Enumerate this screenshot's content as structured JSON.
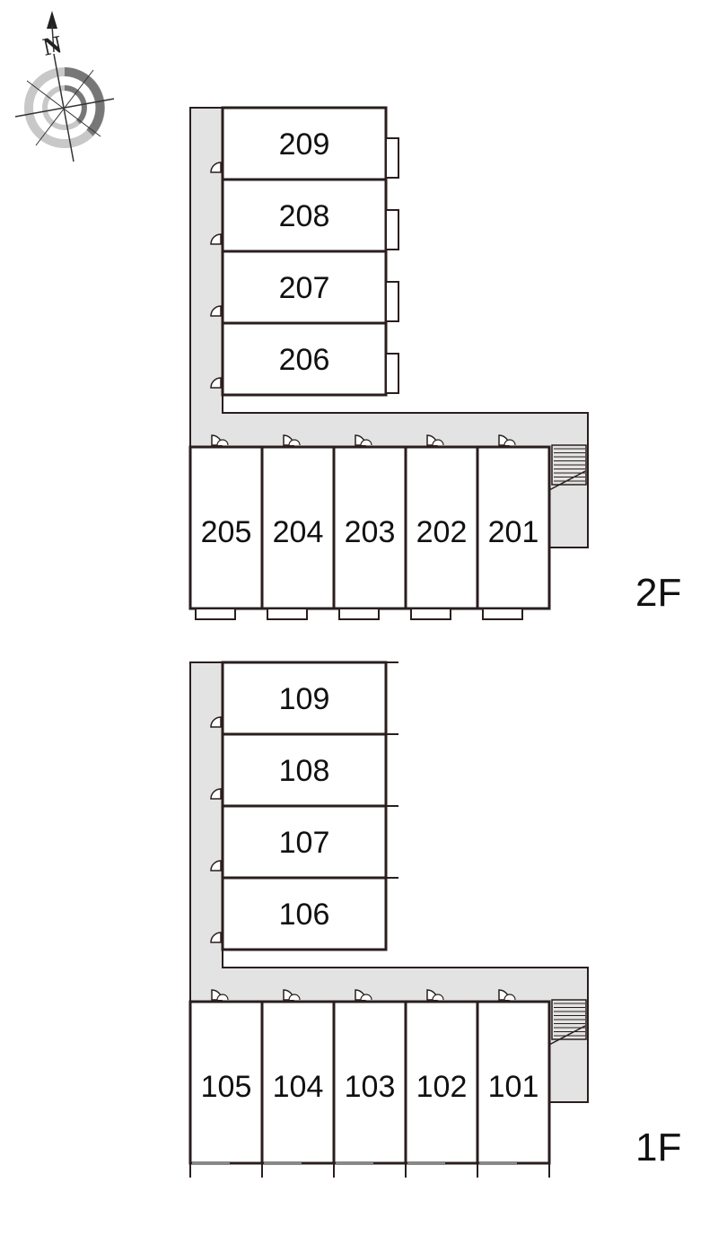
{
  "compass": {
    "letter": "N",
    "icon": "compass-rose-icon"
  },
  "floors": [
    {
      "id": "2F",
      "label": "2F",
      "wing_units": [
        "209",
        "208",
        "207",
        "206"
      ],
      "row_units": [
        "205",
        "204",
        "203",
        "202",
        "201"
      ]
    },
    {
      "id": "1F",
      "label": "1F",
      "wing_units": [
        "109",
        "108",
        "107",
        "106"
      ],
      "row_units": [
        "105",
        "104",
        "103",
        "102",
        "101"
      ]
    }
  ],
  "colors": {
    "wall": "#2a1e1e",
    "corridor": "#e3e3e3",
    "background": "#ffffff",
    "compass_ring_light": "#c8c8c8",
    "compass_ring_dark": "#777777"
  }
}
